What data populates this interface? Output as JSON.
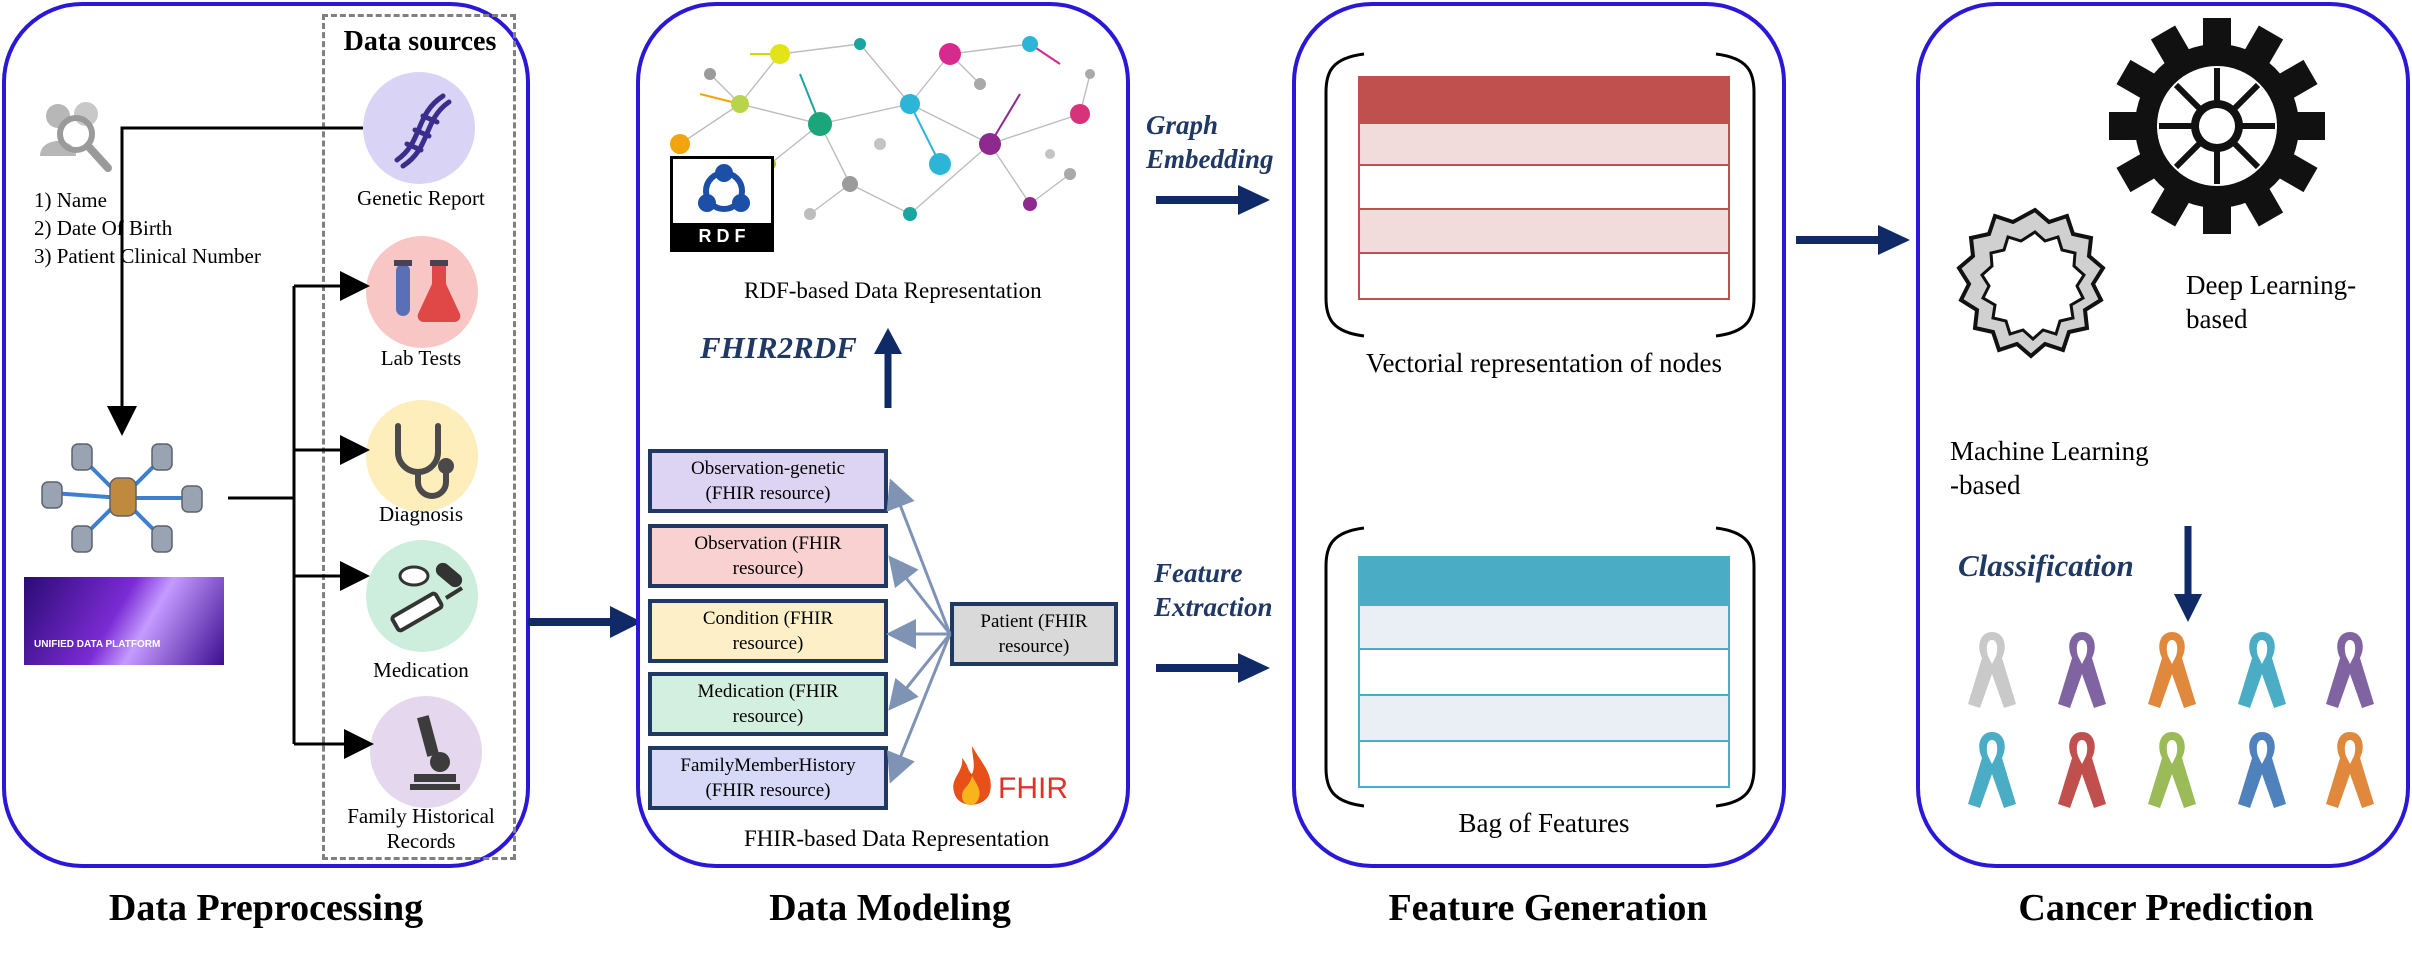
{
  "sections": {
    "preprocessing": "Data Preprocessing",
    "modeling": "Data Modeling",
    "generation": "Feature Generation",
    "prediction": "Cancer Prediction"
  },
  "data_sources": {
    "title": "Data sources",
    "items": [
      {
        "label": "Genetic Report",
        "color": "#d9d3f5"
      },
      {
        "label": "Lab Tests",
        "color": "#f9c6c6"
      },
      {
        "label": "Diagnosis",
        "color": "#fdeebb"
      },
      {
        "label": "Medication",
        "color": "#cdeedc"
      },
      {
        "label": "Family Historical Records",
        "color": "#e4d7ee"
      }
    ]
  },
  "patient_fields": [
    "1) Name",
    "2) Date Of Birth",
    "3) Patient Clinical Number"
  ],
  "platform_banner": "UNIFIED DATA PLATFORM",
  "modeling": {
    "rdf_caption": "RDF-based Data Representation",
    "rdf_badge": "R D F",
    "fhir2rdf": "FHIR2RDF",
    "fhir_caption": "FHIR-based Data Representation",
    "fhir_logo": "FHIR",
    "resources": [
      {
        "line1": "Observation-genetic",
        "line2": "(FHIR resource)",
        "color": "#ddd4f4"
      },
      {
        "line1": "Observation (FHIR",
        "line2": "resource)",
        "color": "#f9d1d1"
      },
      {
        "line1": "Condition (FHIR",
        "line2": "resource)",
        "color": "#fdf0c8"
      },
      {
        "line1": "Medication (FHIR",
        "line2": "resource)",
        "color": "#d3efe0"
      },
      {
        "line1": "FamilyMemberHistory",
        "line2": "(FHIR resource)",
        "color": "#d8d8f8"
      }
    ],
    "patient": {
      "line1": "Patient (FHIR",
      "line2": "resource)"
    }
  },
  "generation": {
    "graph_embedding": {
      "line1": "Graph",
      "line2": "Embedding"
    },
    "feature_extraction": {
      "line1": "Feature",
      "line2": "Extraction"
    },
    "vector_caption": "Vectorial representation of nodes",
    "bag_caption": "Bag of Features",
    "vector_color": "#c0504d",
    "bag_color": "#4bacc6"
  },
  "prediction": {
    "deep": {
      "line1": "Deep Learning-",
      "line2": "based"
    },
    "ml": {
      "line1": "Machine Learning",
      "line2": "-based"
    },
    "classification": "Classification",
    "ribbons": [
      "#c9c9c9",
      "#8064a2",
      "#e0893c",
      "#4bacc6",
      "#8064a2",
      "#4bacc6",
      "#c0504d",
      "#9bbb59",
      "#4f81bd",
      "#e0893c"
    ]
  },
  "colors": {
    "panel_border": "#2a18d6",
    "arrow": "#0f2a66",
    "dark_blue_text": "#1f3864"
  }
}
